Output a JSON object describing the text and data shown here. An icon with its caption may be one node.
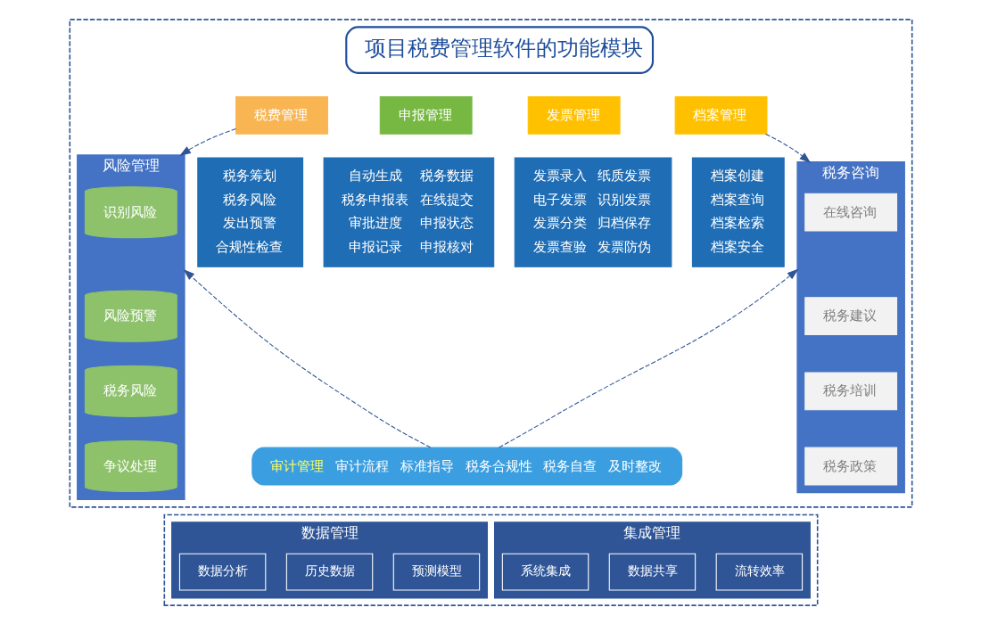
{
  "diagram": {
    "nodes": [
      {
        "text": [],
        "shape": "box"
      },
      {
        "text": [
          "项目税费管理软件的功能模块"
        ],
        "in": 0
      },
      {
        "text": [
          "税费管理"
        ],
        "in": 0
      },
      {
        "text": [
          "申报管理"
        ],
        "in": 0
      },
      {
        "text": [
          "发票管理"
        ],
        "in": 0
      },
      {
        "text": [
          "档案管理"
        ],
        "in": 0
      },
      {
        "text": [
          "风险管理"
        ],
        "in": 0
      },
      {
        "text": [
          "识别风险"
        ],
        "in": 6
      },
      {
        "text": [
          "风险预警"
        ],
        "in": 6
      },
      {
        "text": [
          "税务风险"
        ],
        "in": 6
      },
      {
        "text": [
          "争议处理"
        ],
        "in": 6
      },
      {
        "text": [
          "税务筹划",
          "税务风险",
          "发出预警",
          "合规性检查"
        ],
        "in": 0
      },
      {
        "text": [
          "自动生成",
          "税务数据",
          "税务申报表",
          "在线提交",
          "审批进度",
          "申报状态",
          "申报记录",
          "申报核对"
        ],
        "in": 0
      },
      {
        "text": [
          "发票录入",
          "纸质发票",
          "电子发票",
          "识别发票",
          "发票分类",
          "归档保存",
          "发票查验",
          "发票防伪"
        ],
        "in": 0
      },
      {
        "text": [
          "档案创建",
          "档案查询",
          "档案检索",
          "档案安全"
        ],
        "in": 0
      },
      {
        "text": [
          "税务咨询"
        ],
        "in": 0
      },
      {
        "text": [
          "在线咨询"
        ],
        "in": 15
      },
      {
        "text": [
          "税务建议"
        ],
        "in": 15
      },
      {
        "text": [
          "税务培训"
        ],
        "in": 15
      },
      {
        "text": [
          "税务政策"
        ],
        "in": 15
      },
      {
        "text": [
          "审计管理",
          "审计流程",
          "标准指导",
          "税务合规性",
          "税务自查",
          "及时整改"
        ],
        "in": 0
      },
      {
        "text": [],
        "shape": "box"
      },
      {
        "text": [
          "数据管理"
        ],
        "in": 21
      },
      {
        "text": [
          "数据分析"
        ],
        "in": 22
      },
      {
        "text": [
          "历史数据"
        ],
        "in": 22
      },
      {
        "text": [
          "预测模型"
        ],
        "in": 22
      },
      {
        "text": [
          "集成管理"
        ],
        "in": 21
      },
      {
        "text": [
          "系统集成"
        ],
        "in": 26
      },
      {
        "text": [
          "数据共享"
        ],
        "in": 26
      },
      {
        "text": [
          "流转效率"
        ],
        "in": 26
      }
    ],
    "edges": [
      {
        "from": 2,
        "to": 6,
        "arrow": "to",
        "style": "dashed"
      },
      {
        "from": 5,
        "to": 15,
        "arrow": "to",
        "style": "dashed"
      },
      {
        "from": 20,
        "to": 6,
        "arrow": "to",
        "style": "dashed"
      },
      {
        "from": 20,
        "to": 15,
        "arrow": "to",
        "style": "dashed"
      }
    ]
  }
}
